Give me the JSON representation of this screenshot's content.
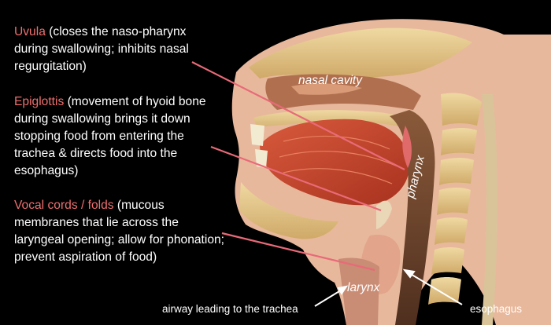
{
  "annotations": [
    {
      "term": "Uvula",
      "description": " (closes the naso-pharynx during swallowing; inhibits nasal regurgitation)"
    },
    {
      "term": "Epiglottis",
      "description": " (movement of hyoid bone during swallowing brings it down stopping food from entering the trachea & directs food into the esophagus)"
    },
    {
      "term": "Vocal cords / folds",
      "description": " (mucous membranes that lie across the laryngeal opening; allow for phonation; prevent aspiration of food)"
    }
  ],
  "regions": {
    "nasal_cavity": "nasal cavity",
    "pharynx": "pharynx",
    "larynx": "larynx"
  },
  "captions": {
    "airway": "airway leading to the trachea",
    "esophagus": "esophagus"
  },
  "colors": {
    "background": "#000000",
    "term_highlight": "#ef6f6f",
    "pointer_lines": "#e86a78",
    "muscle": "#c8442f",
    "bone": "#e3c888",
    "tissue": "#e7b9a0"
  }
}
